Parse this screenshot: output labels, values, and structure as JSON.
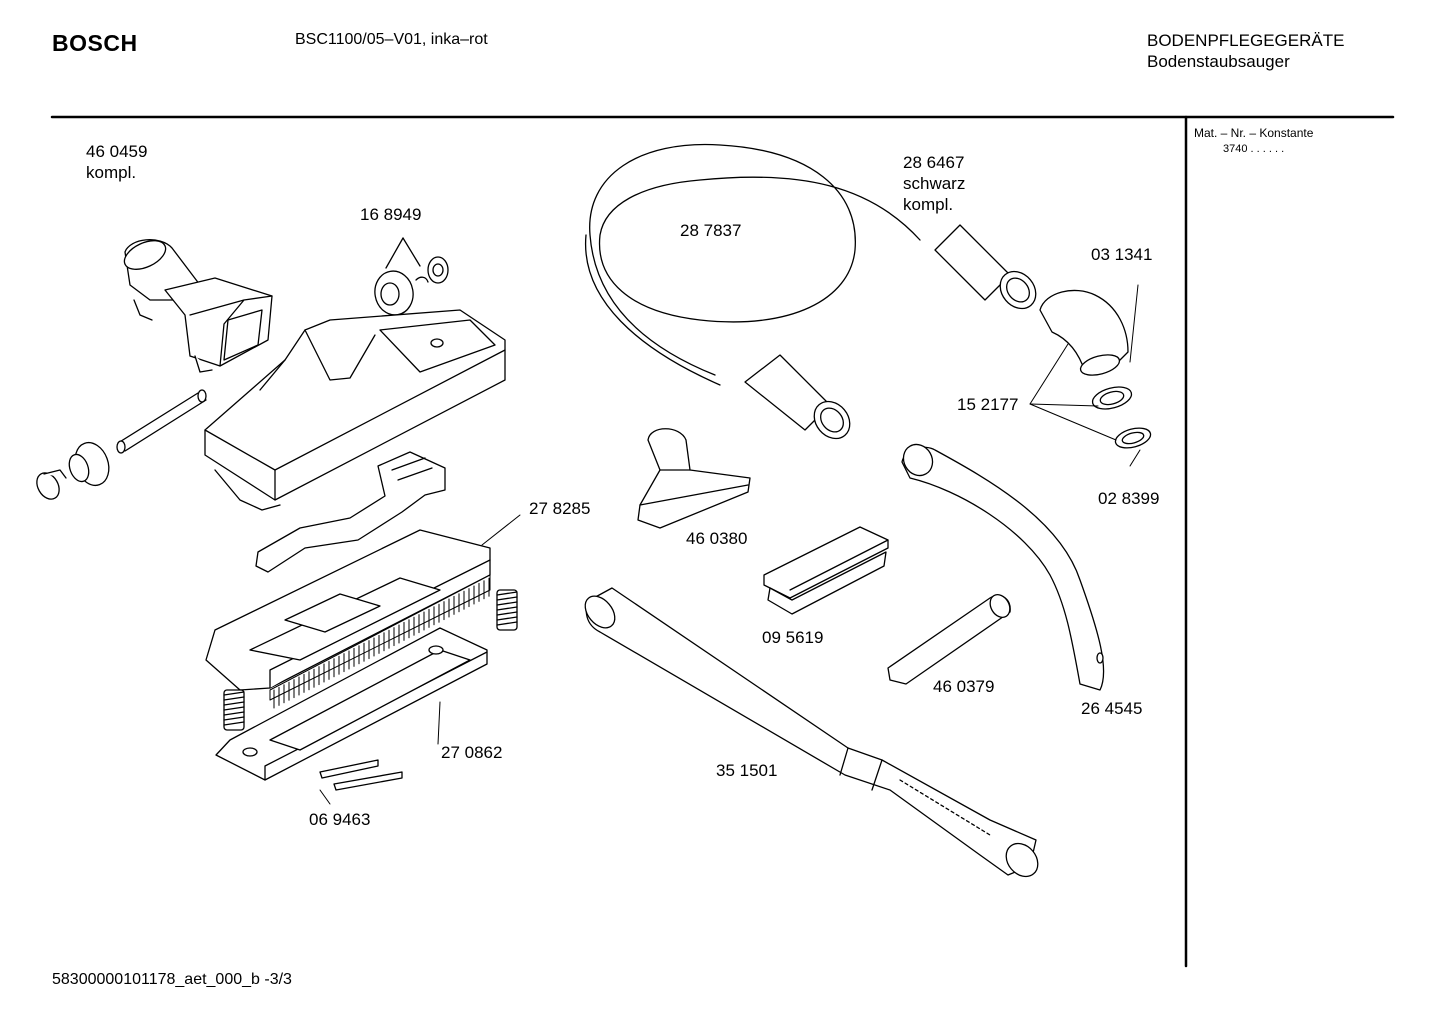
{
  "header": {
    "brand": "BOSCH",
    "model": "BSC1100/05–V01, inka–rot",
    "category_line1": "BODENPFLEGEGERÄTE",
    "category_line2": "Bodenstaubsauger"
  },
  "sidebar": {
    "heading": "Mat. – Nr. – Konstante",
    "value": "3740  .  .  .  .  .  ."
  },
  "parts": [
    {
      "id": "p460459",
      "number": "46 0459",
      "note": "kompl."
    },
    {
      "id": "p168949",
      "number": "16 8949",
      "note": ""
    },
    {
      "id": "p287837",
      "number": "28 7837",
      "note": ""
    },
    {
      "id": "p286467",
      "number": "28 6467",
      "note": "schwarz",
      "note2": "kompl."
    },
    {
      "id": "p031341",
      "number": "03 1341",
      "note": ""
    },
    {
      "id": "p152177",
      "number": "15 2177",
      "note": ""
    },
    {
      "id": "p028399",
      "number": "02 8399",
      "note": ""
    },
    {
      "id": "p278285",
      "number": "27 8285",
      "note": ""
    },
    {
      "id": "p460380",
      "number": "46 0380",
      "note": ""
    },
    {
      "id": "p095619",
      "number": "09 5619",
      "note": ""
    },
    {
      "id": "p460379",
      "number": "46 0379",
      "note": ""
    },
    {
      "id": "p264545",
      "number": "26 4545",
      "note": ""
    },
    {
      "id": "p270862",
      "number": "27 0862",
      "note": ""
    },
    {
      "id": "p351501",
      "number": "35 1501",
      "note": ""
    },
    {
      "id": "p069463",
      "number": "06 9463",
      "note": ""
    }
  ],
  "footer": {
    "doc_id": "58300000101178_aet_000_b  -3/3"
  }
}
